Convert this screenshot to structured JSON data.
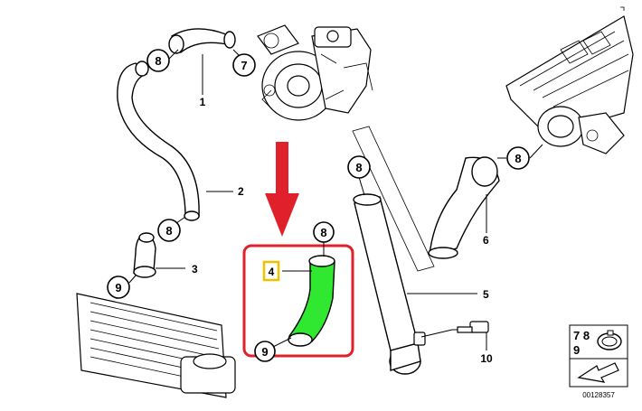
{
  "diagram": {
    "callouts": {
      "c8_top": "8",
      "c7": "7",
      "c8_mid_left": "8",
      "c9_left": "9",
      "c8_pipe": "8",
      "c8_right": "8",
      "c8_highlight": "8",
      "c9_highlight": "9"
    },
    "part_labels": {
      "p1": "1",
      "p2": "2",
      "p3": "3",
      "p4": "4",
      "p5": "5",
      "p6": "6",
      "p10": "10"
    },
    "legend_box": {
      "line1": "7 8",
      "line2": "9"
    },
    "reference_number": "00128357",
    "colors": {
      "highlight_box": "#e0202a",
      "arrow": "#e0202a",
      "highlight_part": "#2fe82f",
      "label_box": "#f2c200"
    }
  }
}
